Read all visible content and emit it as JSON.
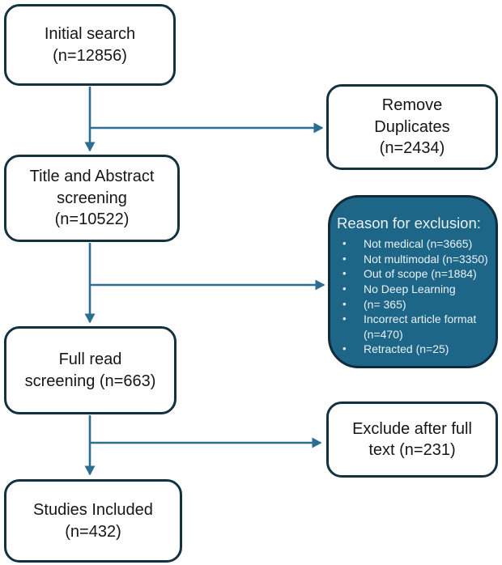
{
  "colors": {
    "bg": "#ffffff",
    "box-border": "#14313f",
    "box-text": "#161616",
    "arrow": "#2a6e91",
    "exclusion-fill": "#1e6687",
    "exclusion-border": "#112b3c",
    "exclusion-text": "#e9f2f6"
  },
  "flowchart": {
    "initial_search": "Initial search\n(n=12856)",
    "remove_duplicates": "Remove\nDuplicates\n(n=2434)",
    "title_abstract_screening": "Title and Abstract\nscreening\n(n=10522)",
    "full_read_screening": "Full read\nscreening (n=663)",
    "exclude_after_full_text": "Exclude after full\ntext (n=231)",
    "studies_included": "Studies Included\n(n=432)",
    "exclusion": {
      "title": "Reason for exclusion:",
      "bullet": "•",
      "items": [
        "Not medical (n=3665)",
        "Not multimodal (n=3350)",
        "Out of scope (n=1884)",
        "No Deep Learning",
        " (n= 365)",
        "Incorrect article format\n(n=470)",
        "Retracted (n=25)"
      ]
    }
  }
}
